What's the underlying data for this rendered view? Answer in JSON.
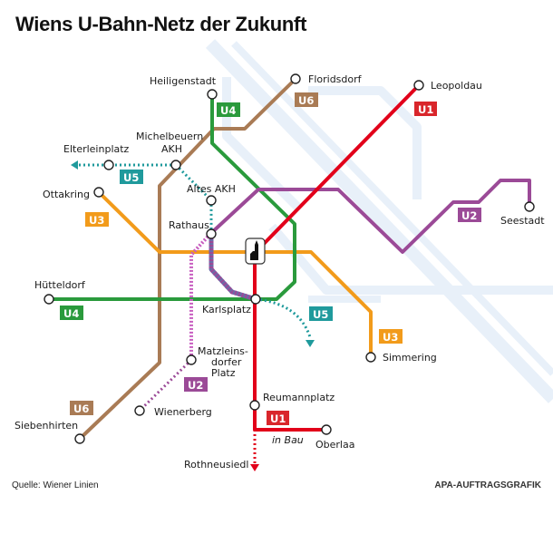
{
  "title": "Wiens U-Bahn-Netz der Zukunft",
  "footer": {
    "source": "Quelle: Wiener Linien",
    "credit": "APA-AUFTRAGSGRAFIK"
  },
  "colors": {
    "U1": "#e2001a",
    "U2": "#9b4a97",
    "U3": "#f29b1b",
    "U4": "#2a9a3c",
    "U5": "#1f9a9c",
    "U6": "#a97b55",
    "river": "#e7f0fa"
  },
  "lines": {
    "U1": {
      "label": "U1",
      "note": "in Bau"
    },
    "U2": {
      "label": "U2"
    },
    "U3": {
      "label": "U3"
    },
    "U4": {
      "label": "U4"
    },
    "U5": {
      "label": "U5"
    },
    "U6": {
      "label": "U6"
    }
  },
  "stations": {
    "heiligenstadt": "Heiligenstadt",
    "floridsdorf": "Floridsdorf",
    "leopoldau": "Leopoldau",
    "michelbeuern_1": "Michelbeuern",
    "michelbeuern_2": "AKH",
    "elterleinplatz": "Elterleinplatz",
    "ottakring": "Ottakring",
    "altes_akh": "Altes AKH",
    "rathaus": "Rathaus",
    "seestadt": "Seestadt",
    "huetteldorf": "Hütteldorf",
    "karlsplatz": "Karlsplatz",
    "matzleinsdorf_1": "Matzleins-",
    "matzleinsdorf_2": "dorfer",
    "matzleinsdorf_3": "Platz",
    "simmering": "Simmering",
    "siebenhirten": "Siebenhirten",
    "wienerberg": "Wienerberg",
    "reumannplatz": "Reumannplatz",
    "oberlaa": "Oberlaa",
    "rothneusiedl": "Rothneusiedl"
  },
  "icons": {
    "center": "stephansdom-icon"
  }
}
